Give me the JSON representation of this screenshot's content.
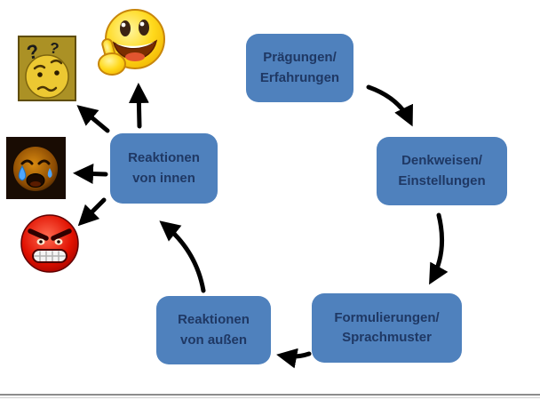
{
  "colors": {
    "box_fill": "#4f81bd",
    "box_text": "#1f3864",
    "arrow": "#000000",
    "footer_line": "#8c8c8c"
  },
  "nodes": {
    "praegungen": {
      "line1": "Prägungen/",
      "line2": "Erfahrungen"
    },
    "denkweisen": {
      "line1": "Denkweisen/",
      "line2": "Einstellungen"
    },
    "formulierungen": {
      "line1": "Formulierungen/",
      "line2": "Sprachmuster"
    },
    "aussen": {
      "line1": "Reaktionen",
      "line2": "von außen"
    },
    "innen": {
      "line1": "Reaktionen",
      "line2": "von innen"
    }
  },
  "icons": {
    "question_mark": "?",
    "thumbs_up": "laughing-smiley-thumbs-up-icon",
    "confused": "confused-face-question-marks-icon",
    "crying": "crying-face-icon",
    "angry": "angry-red-face-icon"
  }
}
